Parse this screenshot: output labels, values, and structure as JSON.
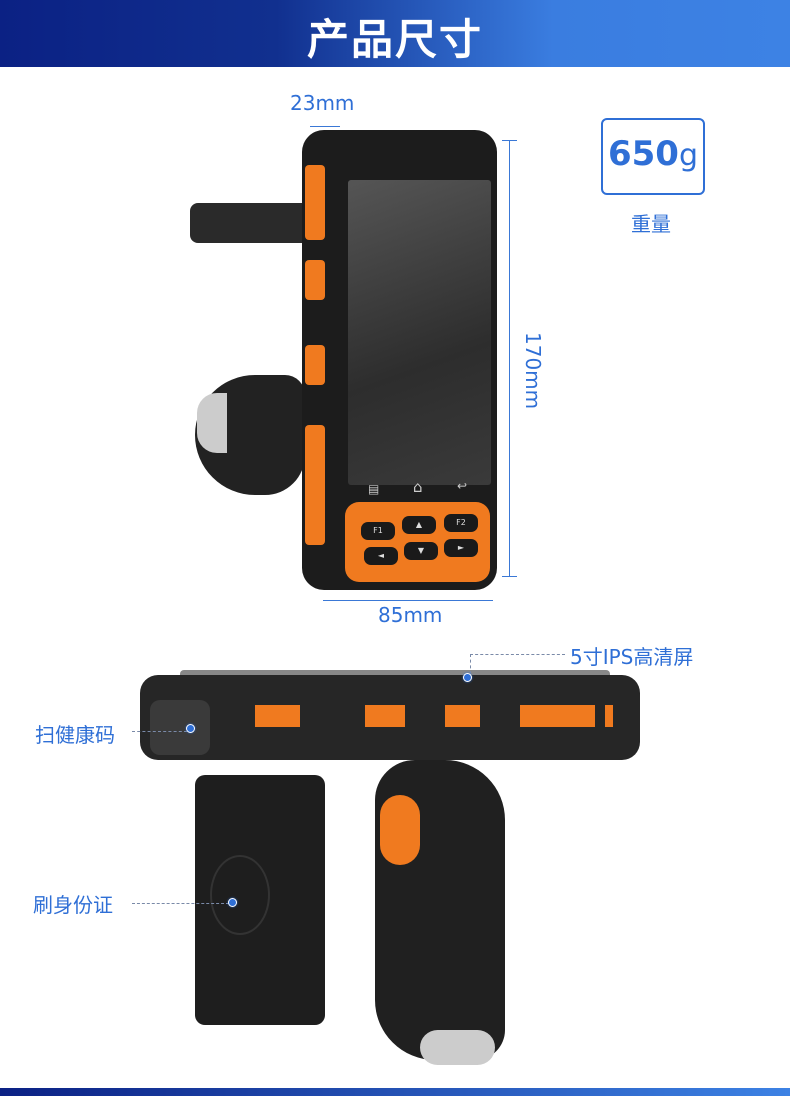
{
  "header": {
    "title": "产品尺寸"
  },
  "dimensions": {
    "thickness": "23mm",
    "height": "170mm",
    "width": "85mm"
  },
  "weight": {
    "value": "650",
    "unit": "g",
    "label": "重量"
  },
  "device_keys": {
    "f1": "F1",
    "f2": "F2",
    "up": "▲",
    "down": "▼",
    "left": "◄",
    "right": "►",
    "menu": "▤",
    "home": "⌂",
    "back": "↩"
  },
  "callouts": {
    "screen": "5寸IPS高清屏",
    "scan": "扫健康码",
    "id_card": "刷身份证"
  },
  "colors": {
    "accent": "#2f6fd6",
    "orange": "#f07a1f",
    "header_start": "#0b2184",
    "header_end": "#3d82e4"
  }
}
